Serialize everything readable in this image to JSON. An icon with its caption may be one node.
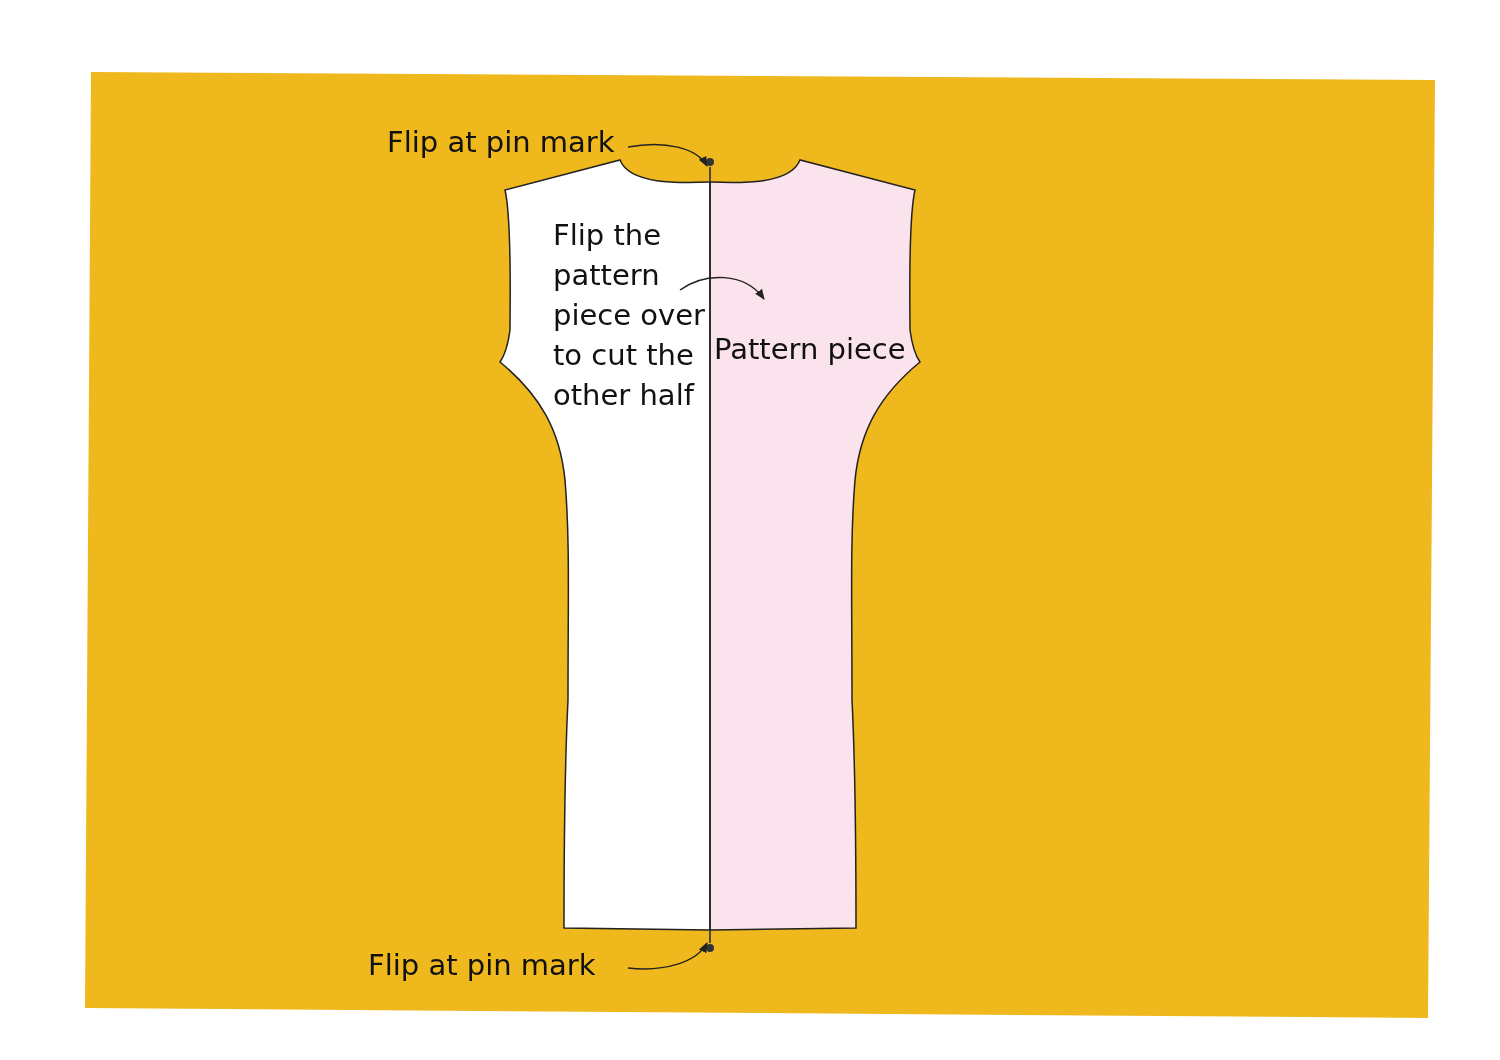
{
  "diagram": {
    "nodes": [
      {
        "text": [
          "Flip at pin mark"
        ]
      },
      {
        "text": [],
        "shape": "circle"
      },
      {
        "text": [
          "Flip the pattern piece over to cut the other half"
        ]
      },
      {
        "text": [
          "Pattern piece"
        ]
      },
      {
        "text": [],
        "shape": "circle"
      },
      {
        "text": [
          "Flip at pin mark"
        ]
      }
    ],
    "edges": [
      {
        "from": 0,
        "to": 1,
        "arrow": "to"
      },
      {
        "from": 2,
        "to": 3,
        "arrow": "to"
      },
      {
        "from": 5,
        "to": 4,
        "arrow": "to"
      },
      {
        "from": 1,
        "to": 4,
        "arrow": "none"
      }
    ]
  }
}
